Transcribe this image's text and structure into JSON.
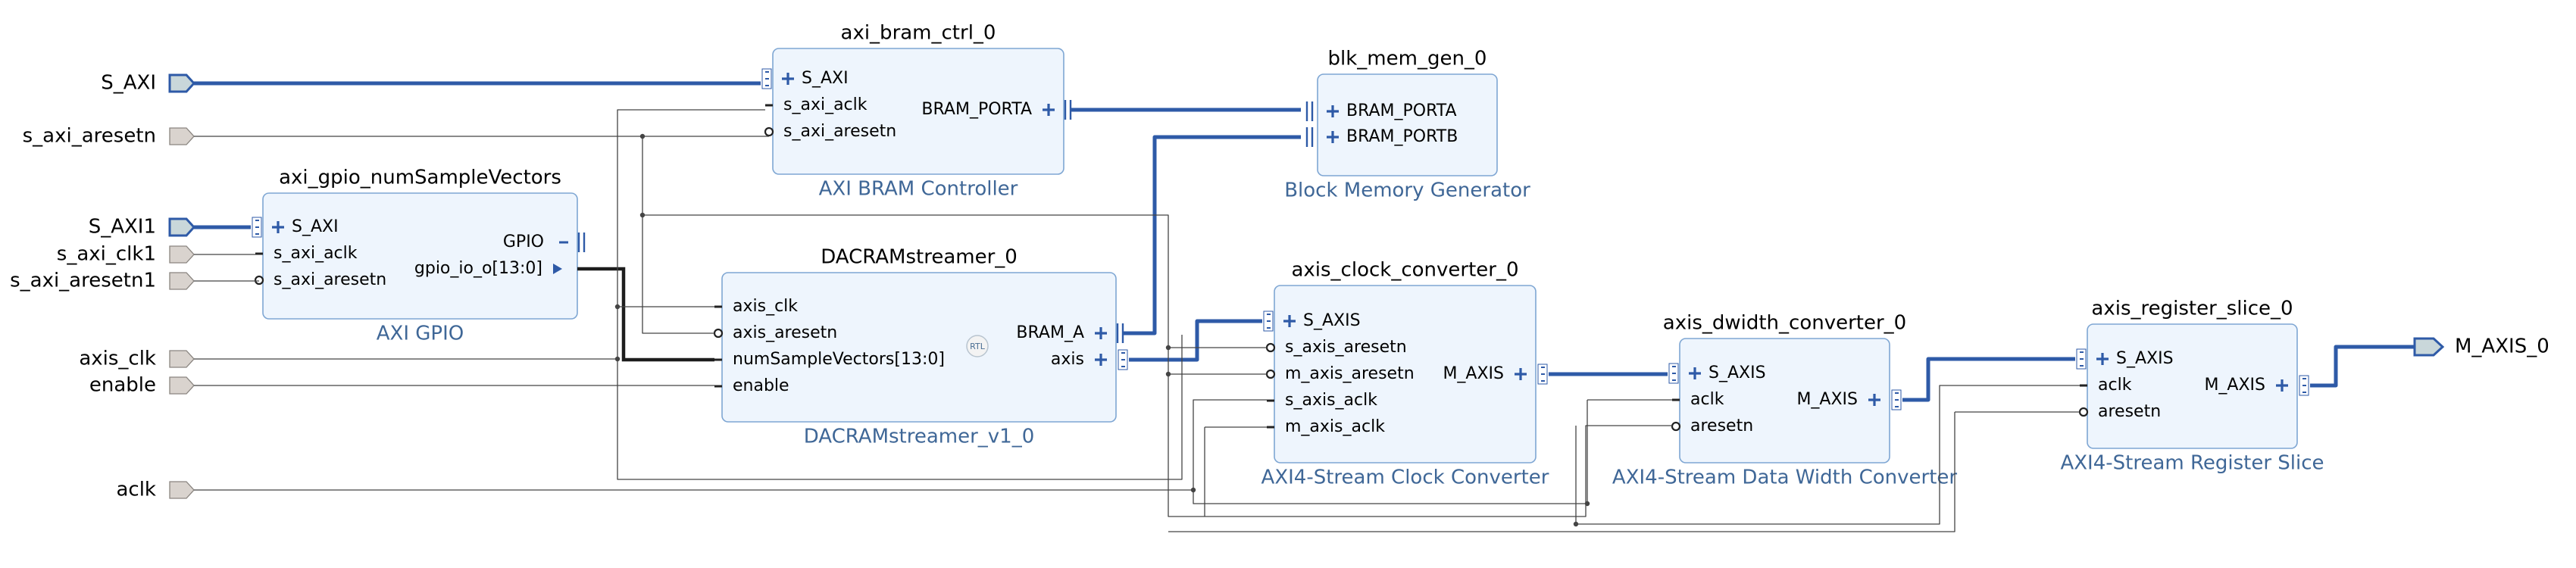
{
  "ports_in": {
    "s_axi": "S_AXI",
    "s_axi_aresetn": "s_axi_aresetn",
    "s_axi1": "S_AXI1",
    "s_axi_clk1": "s_axi_clk1",
    "s_axi_aresetn1": "s_axi_aresetn1",
    "axis_clk": "axis_clk",
    "enable": "enable",
    "aclk": "aclk"
  },
  "ports_out": {
    "m_axis_0": "M_AXIS_0"
  },
  "blocks": {
    "bram_ctrl": {
      "instance": "axi_bram_ctrl_0",
      "type_label": "AXI BRAM Controller",
      "pins_left": [
        "S_AXI",
        "s_axi_aclk",
        "s_axi_aresetn"
      ],
      "pins_right": [
        "BRAM_PORTA"
      ]
    },
    "blk_mem": {
      "instance": "blk_mem_gen_0",
      "type_label": "Block Memory Generator",
      "pins_left": [
        "BRAM_PORTA",
        "BRAM_PORTB"
      ]
    },
    "gpio": {
      "instance": "axi_gpio_numSampleVectors",
      "type_label": "AXI GPIO",
      "pins_left": [
        "S_AXI",
        "s_axi_aclk",
        "s_axi_aresetn"
      ],
      "pins_right": [
        "GPIO",
        "gpio_io_o[13:0]"
      ]
    },
    "dacram": {
      "instance": "DACRAMstreamer_0",
      "type_label": "DACRAMstreamer_v1_0",
      "pins_left": [
        "axis_clk",
        "axis_aresetn",
        "numSampleVectors[13:0]",
        "enable"
      ],
      "pins_right": [
        "BRAM_A",
        "axis"
      ],
      "badge": "RTL"
    },
    "clock_conv": {
      "instance": "axis_clock_converter_0",
      "type_label": "AXI4-Stream Clock Converter",
      "pins_left": [
        "S_AXIS",
        "s_axis_aresetn",
        "m_axis_aresetn",
        "s_axis_aclk",
        "m_axis_aclk"
      ],
      "pins_right": [
        "M_AXIS"
      ]
    },
    "dwidth_conv": {
      "instance": "axis_dwidth_converter_0",
      "type_label": "AXI4-Stream Data Width Converter",
      "pins_left": [
        "S_AXIS",
        "aclk",
        "aresetn"
      ],
      "pins_right": [
        "M_AXIS"
      ]
    },
    "reg_slice": {
      "instance": "axis_register_slice_0",
      "type_label": "AXI4-Stream Register Slice",
      "pins_left": [
        "S_AXIS",
        "aclk",
        "aresetn"
      ],
      "pins_right": [
        "M_AXIS"
      ]
    }
  },
  "colors": {
    "block_fill": "#eef5fd",
    "block_stroke": "#7ea6d3",
    "bus": "#2e5aa7",
    "wire": "#444444",
    "type_label": "#3f6797",
    "port_fill": "#d9d3ce",
    "bus_port_fill": "#c9d7da",
    "text": "#000000"
  },
  "icons": {
    "bus_plus": "plus-icon",
    "reset_bubble": "inverted-input-icon",
    "rtl_badge": "rtl-badge-icon",
    "output_arrow": "output-arrow-icon"
  }
}
